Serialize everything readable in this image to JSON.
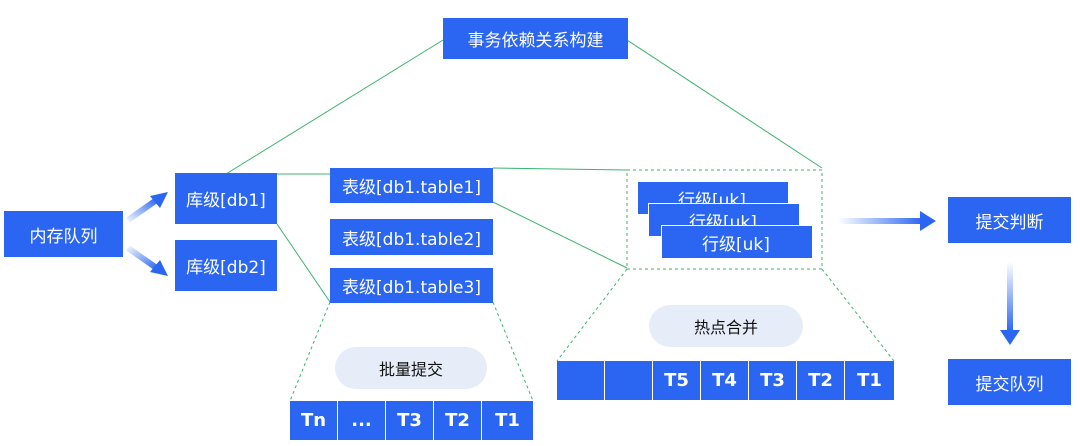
{
  "title": "事务依赖关系构建",
  "memory_queue": "内存队列",
  "db_levels": [
    "库级[db1]",
    "库级[db2]"
  ],
  "table_levels": [
    "表级[db1.table1]",
    "表级[db1.table2]",
    "表级[db1.table3]"
  ],
  "row_levels": [
    "行级[uk]",
    "行级[uk]",
    "行级[uk]"
  ],
  "batch_commit": "批量提交",
  "hotspot_merge": "热点合并",
  "commit_decision": "提交判断",
  "commit_queue": "提交队列",
  "queue_left": [
    "Tn",
    "...",
    "T3",
    "T2",
    "T1"
  ],
  "queue_right": [
    "",
    "",
    "T5",
    "T4",
    "T3",
    "T2",
    "T1"
  ],
  "colors": {
    "box": "#2a66f2",
    "line_green": "#3cb371",
    "pill": "#e6edf8"
  }
}
